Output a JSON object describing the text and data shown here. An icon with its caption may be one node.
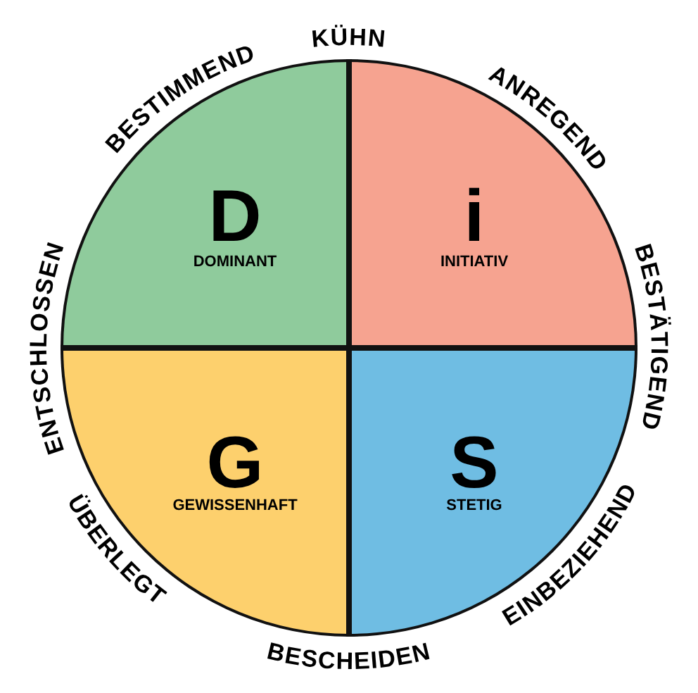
{
  "diagram": {
    "nodes": [
      {
        "text": [
          "D",
          "DOMINANT"
        ]
      },
      {
        "text": [
          "i",
          "INITIATIV"
        ]
      },
      {
        "text": [
          "G",
          "GEWISSENHAFT"
        ]
      },
      {
        "text": [
          "S",
          "STETIG"
        ]
      }
    ],
    "labels": [
      "KÜHN",
      "ANREGEND",
      "BESTÄTIGEND",
      "EINBEZIEHEND",
      "BESCHEIDEN",
      "ÜBERLEGT",
      "ENTSCHLOSSEN",
      "BESTIMMEND"
    ]
  }
}
